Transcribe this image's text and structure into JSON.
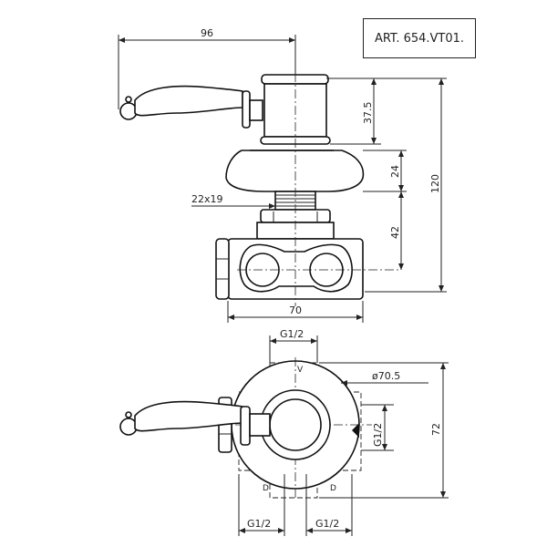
{
  "article_label": "ART.  654.VT01.",
  "dimensions": {
    "top_width": "96",
    "handle_height": "37.5",
    "flange_height": "24",
    "total_height": "120",
    "thread": "22x19",
    "body_height": "42",
    "body_width": "70",
    "port_top": "G1/2",
    "diameter": "ø70.5",
    "port_right": "G1/2",
    "overall_72": "72",
    "port_bottom_left": "G1/2",
    "port_bottom_right": "G1/2"
  },
  "markers": {
    "v": "V",
    "d_left": "D",
    "d_right": "D"
  }
}
